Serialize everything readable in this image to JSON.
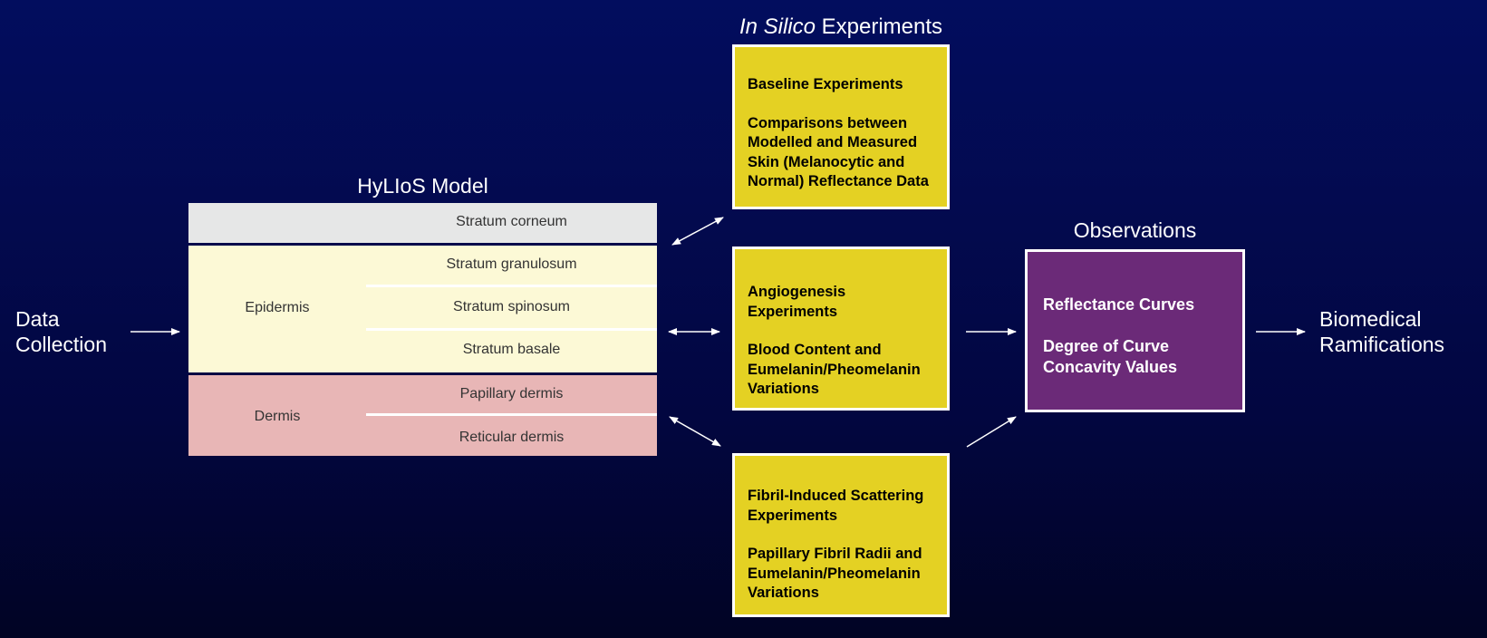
{
  "input_label": [
    "Data",
    "Collection"
  ],
  "output_label": [
    "Biomedical",
    "Ramifications"
  ],
  "model": {
    "title": "HyLIoS Model",
    "layers": [
      {
        "group": "",
        "name": "Stratum corneum",
        "color": "#e6e7e7"
      },
      {
        "group": "Epidermis",
        "sublayers": [
          "Stratum granulosum",
          "Stratum spinosum",
          "Stratum basale"
        ],
        "color": "#fcf9d6"
      },
      {
        "group": "Dermis",
        "sublayers": [
          "Papillary dermis",
          "Reticular dermis"
        ],
        "color": "#e8b6b6"
      }
    ]
  },
  "experiments": {
    "title_italic": "In Silico",
    "title_rest": " Experiments",
    "boxes": [
      {
        "heading": "Baseline Experiments",
        "detail": "Comparisons between Modelled and Measured Skin (Melanocytic and Normal) Reflectance Data"
      },
      {
        "heading": "Angiogenesis Experiments",
        "detail": "Blood Content and Eumelanin/Pheomelanin Variations"
      },
      {
        "heading": "Fibril-Induced Scattering Experiments",
        "detail": "Papillary Fibril Radii and Eumelanin/Pheomelanin Variations"
      }
    ],
    "box_color": "#e4d123"
  },
  "observations": {
    "title": "Observations",
    "items": [
      "Reflectance Curves",
      "Degree of Curve Concavity Values"
    ],
    "box_color": "#6b2a78"
  },
  "colors": {
    "background_top": "#020d5e",
    "background_bottom": "#010424",
    "arrow": "#ffffff"
  }
}
